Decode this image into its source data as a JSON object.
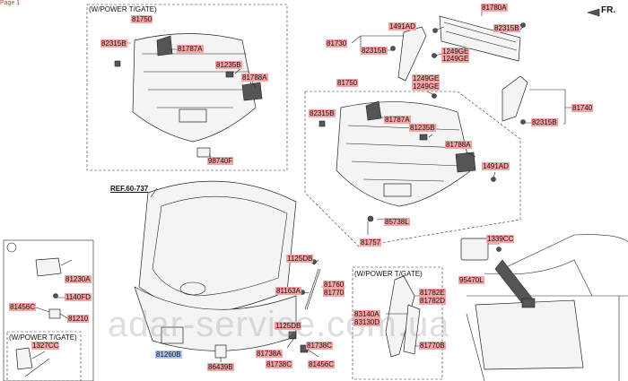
{
  "page_label": "Page 1",
  "direction_label": "FR.",
  "ref_label": "REF.60-737",
  "watermark": "adar-service.com.ua",
  "notes": {
    "power_tgate_1": "(W/POWER T/GATE)",
    "power_tgate_2": "(W/POWER T/GATE)",
    "power_tgate_3": "(W/POWER T/GATE)"
  },
  "callouts": {
    "c81750a": "81750",
    "c82315b_a": "82315B",
    "c81787a_a": "81787A",
    "c81235b_a": "81235B",
    "c81788a_a": "81788A",
    "c98740f": "98740F",
    "c81780a": "81780A",
    "c1491ad_a": "1491AD",
    "c82315b_b": "82315B",
    "c81730": "81730",
    "c82315b_c": "82315B",
    "c1249ge_a": "1249GE",
    "c1249ge_b": "1249GE",
    "c81750b": "81750",
    "c1249ge_c": "1249GE",
    "c1249ge_d": "1249GE",
    "c82315b_d": "82315B",
    "c81787a_b": "81787A",
    "c81235b_b": "81235B",
    "c81788a_b": "81788A",
    "c1491ad_b": "1491AD",
    "c81740": "81740",
    "c82315b_e": "82315B",
    "c85738l": "85738L",
    "c81757": "81757",
    "c1339cc": "1339CC",
    "c95470l": "95470L",
    "c81230a": "81230A",
    "c1140fd": "1140FD",
    "c81456c_a": "81456C",
    "c81210": "81210",
    "c1327cc": "1327CC",
    "c1125db_a": "1125DB",
    "c81163a": "81163A",
    "c81760": "81760",
    "c81770": "81770",
    "c1125db_b": "1125DB",
    "c81260b": "81260B",
    "c86439b": "86439B",
    "c81738a": "81738A",
    "c81738c_a": "81738C",
    "c81738c_b": "81738C",
    "c81456c_b": "81456C",
    "c81782e": "81782E",
    "c81782d": "81782D",
    "c83140a": "83140A",
    "c83130d": "83130D",
    "c81770b": "81770B"
  },
  "colors": {
    "callout_bg": "#f5a3a3",
    "highlight_bg": "#a9c4ee",
    "line": "#222222"
  }
}
